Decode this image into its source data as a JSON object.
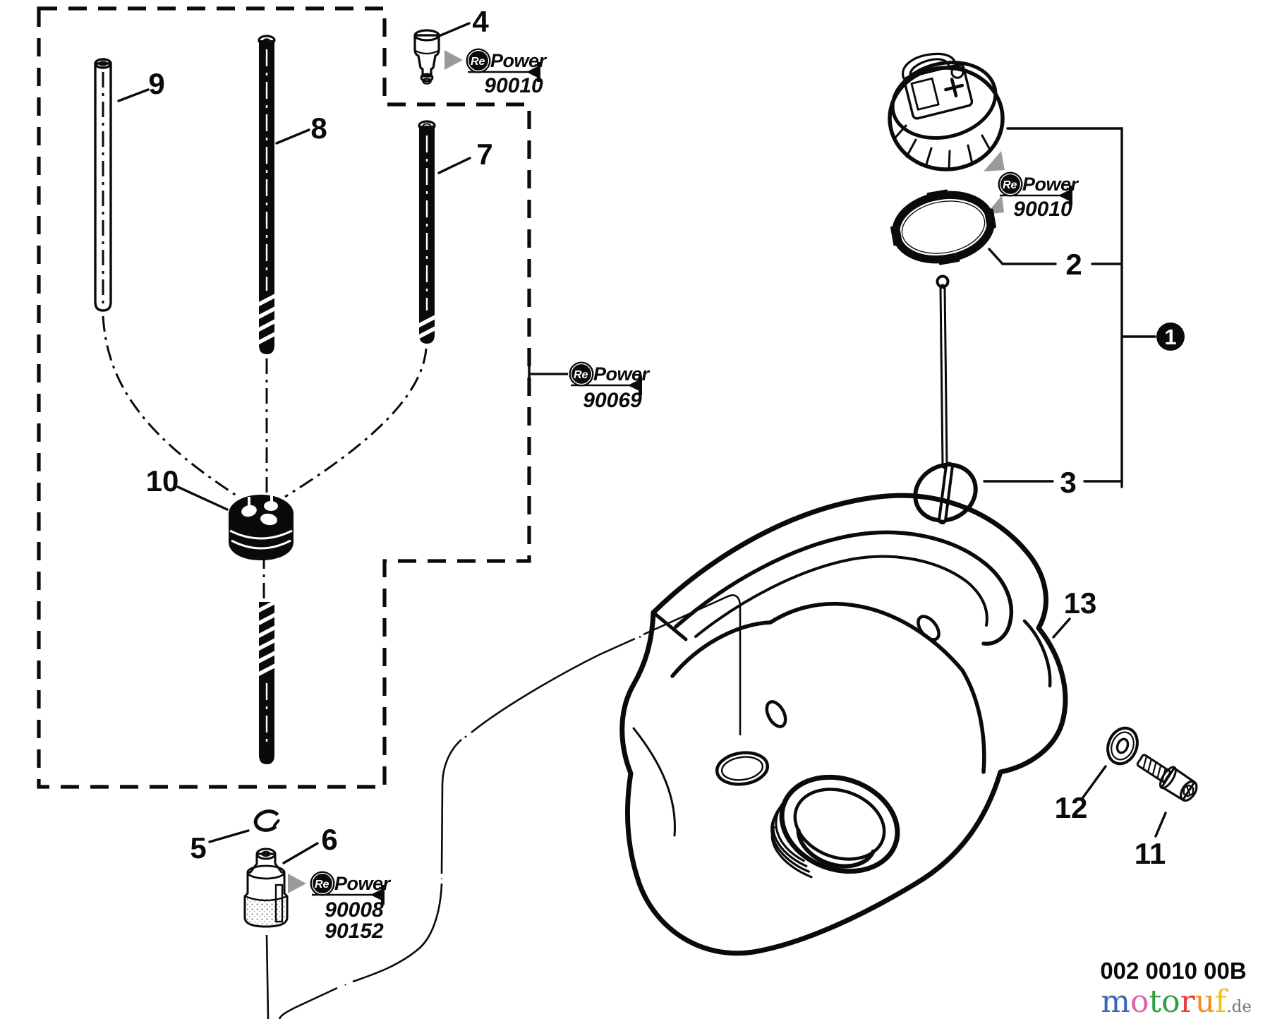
{
  "diagram": {
    "code": "002 0010 00B",
    "callouts": {
      "c1": "1",
      "c2": "2",
      "c3": "3",
      "c4": "4",
      "c5": "5",
      "c6": "6",
      "c7": "7",
      "c8": "8",
      "c9": "9",
      "c10": "10",
      "c11": "11",
      "c12": "12",
      "c13": "13"
    },
    "repower": {
      "re": "Re",
      "power": "Power",
      "instances": [
        {
          "id": "vent-valve",
          "number": "90010"
        },
        {
          "id": "fuel-cap",
          "number": "90010"
        },
        {
          "id": "fuel-lines",
          "number": "90069"
        },
        {
          "id": "fuel-filter",
          "numbers": [
            "90008",
            "90152"
          ]
        }
      ]
    },
    "palette": {
      "ink": "#0a0a0a",
      "arrow_gray": "#9a9a9a"
    }
  },
  "watermark": {
    "letters": [
      {
        "ch": "m",
        "color": "#3a66b5"
      },
      {
        "ch": "o",
        "color": "#e060a8"
      },
      {
        "ch": "t",
        "color": "#2f9e3f"
      },
      {
        "ch": "o",
        "color": "#2f9e3f"
      },
      {
        "ch": "r",
        "color": "#e04040"
      },
      {
        "ch": "u",
        "color": "#f09020"
      },
      {
        "ch": "f",
        "color": "#f0c020"
      }
    ],
    "suffix": ".de"
  }
}
